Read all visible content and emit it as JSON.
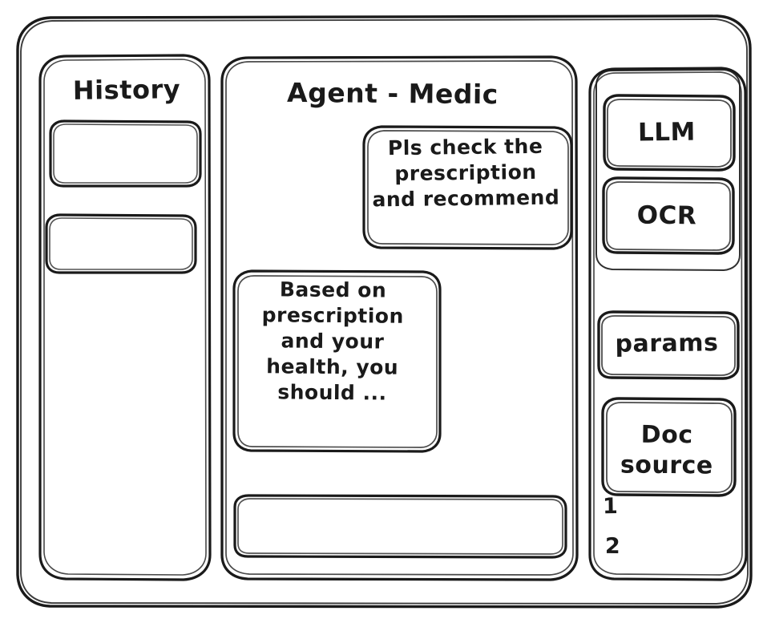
{
  "window": {
    "name": "agent-chat-wireframe"
  },
  "history_panel": {
    "title": "History",
    "items": [
      {
        "label": ""
      },
      {
        "label": ""
      }
    ]
  },
  "main_panel": {
    "title": "Agent - Medic",
    "messages": [
      {
        "role": "user",
        "text": "Pls check the\nprescription\nand recommend"
      },
      {
        "role": "agent",
        "text": "Based on\nprescription\nand your\nhealth, you\nshould ..."
      }
    ],
    "composer": {
      "value": "",
      "placeholder": ""
    }
  },
  "sidebar": {
    "tools": [
      {
        "label": "LLM"
      },
      {
        "label": "OCR"
      }
    ],
    "settings": [
      {
        "label": "params"
      }
    ],
    "doc_source": {
      "label": "Doc\nsource",
      "items": [
        {
          "label": "1"
        },
        {
          "label": "2"
        }
      ]
    }
  },
  "style": {
    "ink": "#1a1a1a",
    "paper": "#ffffff"
  }
}
